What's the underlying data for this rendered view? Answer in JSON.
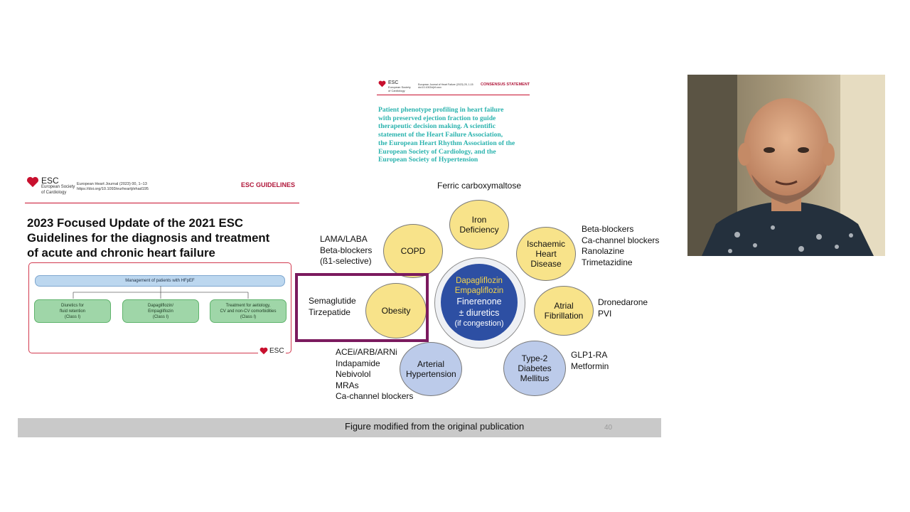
{
  "consensus_header": {
    "esc": "ESC",
    "society": [
      "European Society",
      "of Cardiology"
    ],
    "journal_ref": [
      "European Journal of Heart Failure (2023) 25, 1-15",
      "doi:10.1002/ejhf.xxxx"
    ],
    "badge": "CONSENSUS STATEMENT",
    "title_lines": [
      "Patient phenotype profiling in heart failure",
      "with preserved ejection fraction to guide",
      "therapeutic decision making. A scientific",
      "statement of the Heart Failure Association,",
      "the European Heart Rhythm Association of the",
      "European Society of Cardiology, and the",
      "European Society of Hypertension"
    ]
  },
  "guidelines_header": {
    "esc": "ESC",
    "society": [
      "European Society",
      "of Cardiology"
    ],
    "journal_ref": [
      "European Heart Journal (2023) 00, 1–13",
      "https://doi.org/10.1093/eurheartj/ehad195"
    ],
    "badge": "ESC GUIDELINES",
    "title_lines": [
      "2023 Focused Update of the 2021 ESC",
      "Guidelines for the diagnosis and treatment",
      "of acute and chronic heart failure"
    ]
  },
  "flowchart": {
    "top": "Management of patients with HFpEF",
    "boxes": [
      {
        "lines": [
          "Diuretics for",
          "fluid retention",
          "(Class I)"
        ]
      },
      {
        "lines": [
          "Dapagliflozin/",
          "Empagliflozin",
          "(Class I)"
        ]
      },
      {
        "lines": [
          "Treatment for aetiology,",
          "CV and non-CV comorbidities",
          "(Class I)"
        ]
      }
    ],
    "footer_logo": "ESC"
  },
  "diagram": {
    "center_lines": [
      "Dapagliflozin",
      "Empagliflozin",
      "Finerenone",
      "± diuretics",
      "(if congestion)"
    ],
    "nodes": {
      "iron": "Iron Deficiency",
      "copd": "COPD",
      "ischaemic": "Ischaemic Heart Disease",
      "obesity": "Obesity",
      "atrial": "Atrial Fibrillation",
      "hypertension": "Arterial Hypertension",
      "diabetes": "Type-2 Diabetes Mellitus"
    },
    "treatments": {
      "iron": [
        "Ferric carboxymaltose"
      ],
      "copd": [
        "LAMA/LABA",
        "Beta-blockers",
        "(ß1-selective)"
      ],
      "ischaemic": [
        "Beta-blockers",
        "Ca-channel blockers",
        "Ranolazine",
        "Trimetazidine"
      ],
      "obesity": [
        "Semaglutide",
        "Tirzepatide"
      ],
      "atrial": [
        "Dronedarone",
        "PVI"
      ],
      "hypertension": [
        "ACEi/ARB/ARNi",
        "Indapamide",
        "Nebivolol",
        "MRAs",
        "Ca-channel blockers"
      ],
      "diabetes": [
        "GLP1-RA",
        "Metformin"
      ]
    },
    "colors": {
      "yellow": "#f8e38a",
      "blue": "#bccbea",
      "center": "#2d4fa3",
      "highlight": "#7b1a5e"
    }
  },
  "footer": {
    "caption": "Figure modified from the original publication",
    "page_number": "40"
  },
  "webcam": {
    "description_icon": "presenter-video-feed"
  }
}
